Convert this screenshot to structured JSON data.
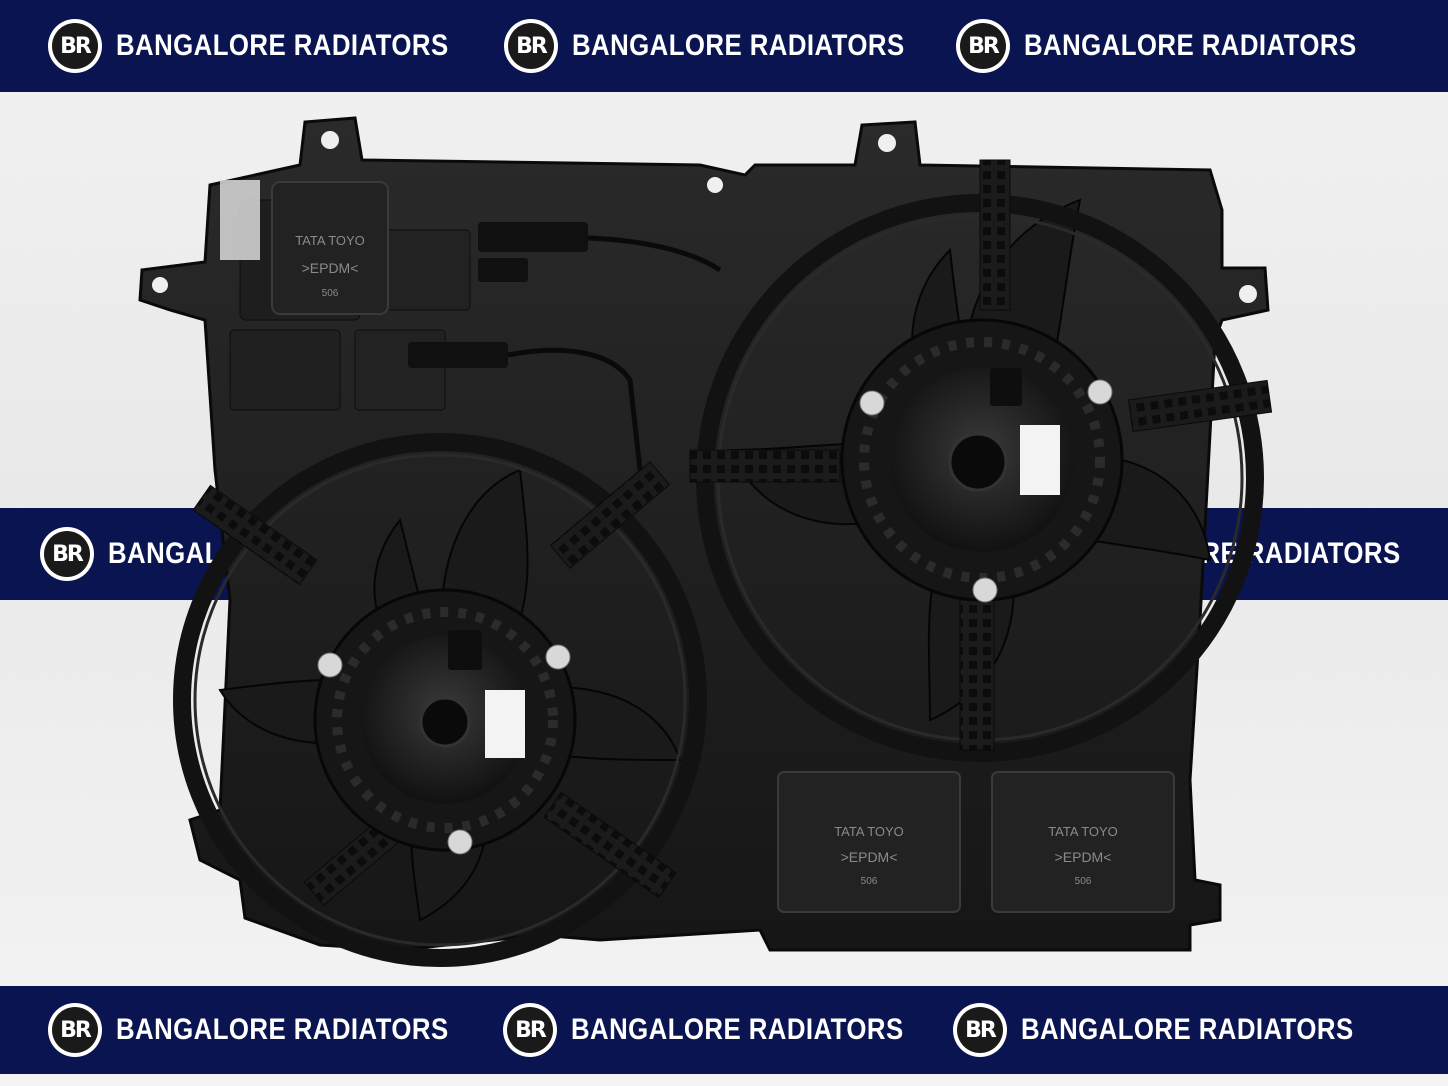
{
  "brand": {
    "name": "BANGALORE RADIATORS",
    "logo_text": "BR"
  },
  "product": {
    "label_top": {
      "line1": "TATA TOYO",
      "line2": ">EPDM<",
      "line3": "506"
    },
    "label_bottom_left": {
      "line1": "TATA TOYO",
      "line2": ">EPDM<",
      "line3": "506"
    },
    "label_bottom_right": {
      "line1": "TATA TOYO",
      "line2": ">EPDM<",
      "line3": "506"
    }
  },
  "colors": {
    "band": "#0a1450",
    "plastic": "#1c1c1c",
    "background": "#efefef"
  }
}
